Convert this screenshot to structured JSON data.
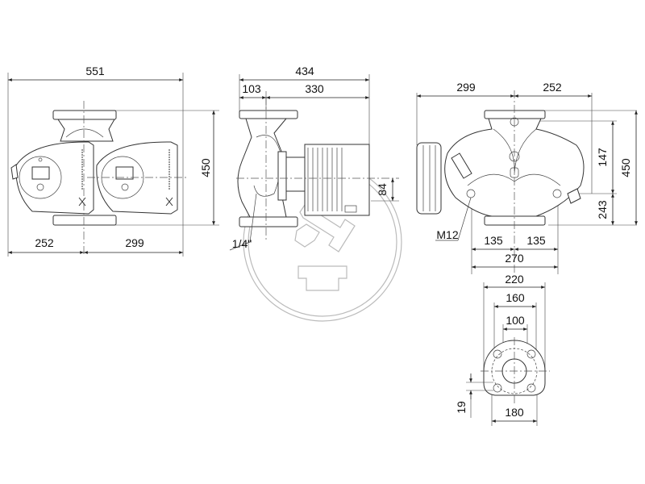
{
  "drawing": {
    "type": "technical dimension drawing",
    "subject": "twin-head circulator pump",
    "units": "mm"
  },
  "front_view": {
    "overall_width": "551",
    "left_offset": "252",
    "right_offset": "299",
    "height": "450"
  },
  "side_view": {
    "overall_length": "434",
    "flange_offset": "103",
    "motor_length": "330",
    "motor_axis_offset": "84",
    "vent_port": "1/4\""
  },
  "rear_view": {
    "left_width": "299",
    "right_width": "252",
    "upper_height": "147",
    "lower_height": "243",
    "overall_height": "450",
    "bolt_thread": "M12",
    "half_spacing_left": "135",
    "half_spacing_right": "135",
    "foot_spacing": "270"
  },
  "flange_view": {
    "outer_diameter": "220",
    "bolt_circle": "160",
    "bore": "100",
    "base_width": "180",
    "base_offset": "19"
  }
}
